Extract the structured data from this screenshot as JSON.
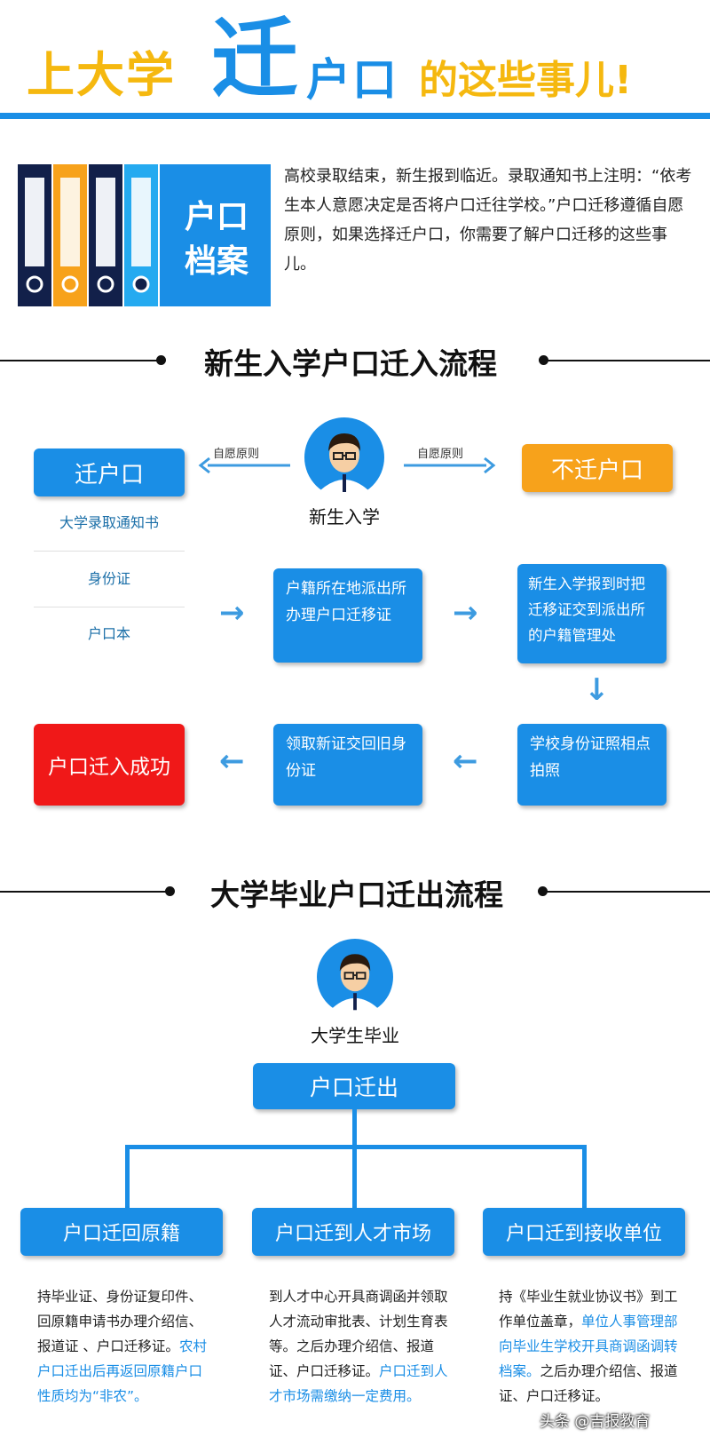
{
  "header": {
    "part1": "上大学",
    "part2": "迁",
    "part3": "户口",
    "part4": "的这些事儿!"
  },
  "intro": {
    "icon_label_line1": "户口",
    "icon_label_line2": "档案",
    "text": "高校录取结束，新生报到临近。录取通知书上注明：“依考生本人意愿决定是否将户口迁往学校。”户口迁移遵循自愿原则，如果选择迁户口，你需要了解户口迁移的这些事儿。"
  },
  "section1": {
    "title": "新生入学户口迁入流程",
    "student_label": "新生入学",
    "left_arrow_label": "自愿原则",
    "right_arrow_label": "自愿原则",
    "move_label": "迁户口",
    "no_move_label": "不迁户口",
    "documents": [
      "大学录取通知书",
      "身份证",
      "户口本"
    ],
    "step1": "户籍所在地派出所办理户口迁移证",
    "step2": "新生入学报到时把迁移证交到派出所的户籍管理处",
    "step3": "学校身份证照相点拍照",
    "step4": "领取新证交回旧身份证",
    "success": "户口迁入成功"
  },
  "section2": {
    "title": "大学毕业户口迁出流程",
    "student_label": "大学生毕业",
    "root": "户口迁出",
    "branches": [
      {
        "title": "户口迁回原籍",
        "text": "持毕业证、身份证复印件、回原籍申请书办理介绍信、报道证 、户口迁移证。",
        "highlight": "农村户口迁出后再返回原籍户口性质均为“非农”。"
      },
      {
        "title": "户口迁到人才市场",
        "text": "到人才中心开具商调函并领取人才流动审批表、计划生育表等。之后办理介绍信、报道证、户口迁移证。",
        "highlight": "户口迁到人才市场需缴纳一定费用。"
      },
      {
        "title": "户口迁到接收单位",
        "text_before": "持《毕业生就业协议书》到工作单位盖章，",
        "highlight": "单位人事管理部向毕业生学校开具商调函调转档案。",
        "text_after": "之后办理介绍信、报道证、户口迁移证。"
      }
    ]
  },
  "watermark": "头条 @吉报教育",
  "colors": {
    "primary_blue": "#1a8ee6",
    "header_yellow": "#f5b80f",
    "orange": "#f7a21b",
    "red": "#f01818",
    "navy": "#12204a"
  }
}
